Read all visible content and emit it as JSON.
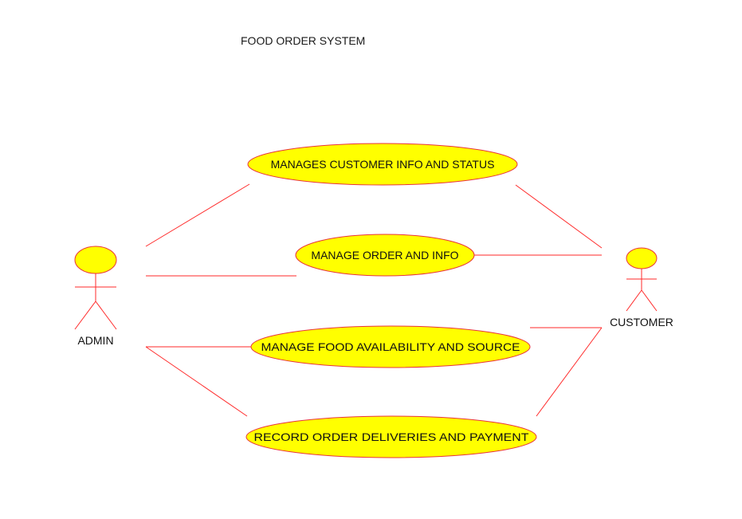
{
  "title": "FOOD ORDER SYSTEM",
  "colors": {
    "line": "#ff2a2a",
    "usecase_fill": "#ffff00",
    "usecase_stroke": "#e8333a",
    "actor_head_fill": "#ffff00"
  },
  "actors": {
    "admin": {
      "label": "ADMIN"
    },
    "customer": {
      "label": "CUSTOMER"
    }
  },
  "use_cases": {
    "manage_customer": {
      "label": "MANAGES CUSTOMER INFO AND STATUS"
    },
    "manage_order": {
      "label": "MANAGE ORDER AND INFO"
    },
    "manage_food": {
      "label": "MANAGE FOOD AVAILABILITY AND SOURCE"
    },
    "record_delivery": {
      "label": "RECORD ORDER DELIVERIES AND PAYMENT"
    }
  },
  "associations": [
    {
      "from": "ADMIN",
      "to": "MANAGES CUSTOMER INFO AND STATUS"
    },
    {
      "from": "ADMIN",
      "to": "MANAGE ORDER AND INFO"
    },
    {
      "from": "ADMIN",
      "to": "MANAGE FOOD AVAILABILITY AND SOURCE"
    },
    {
      "from": "ADMIN",
      "to": "RECORD ORDER DELIVERIES AND PAYMENT"
    },
    {
      "from": "CUSTOMER",
      "to": "MANAGES CUSTOMER INFO AND STATUS"
    },
    {
      "from": "CUSTOMER",
      "to": "MANAGE ORDER AND INFO"
    },
    {
      "from": "CUSTOMER",
      "to": "MANAGE FOOD AVAILABILITY AND SOURCE"
    },
    {
      "from": "CUSTOMER",
      "to": "RECORD ORDER DELIVERIES AND PAYMENT"
    }
  ]
}
